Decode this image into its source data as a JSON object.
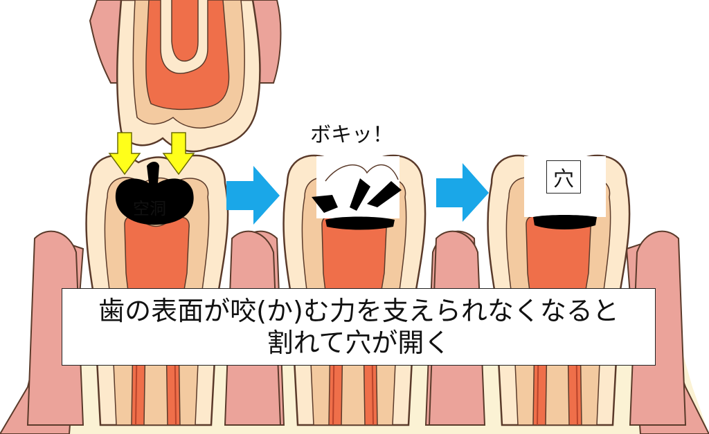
{
  "labels": {
    "cavity": "空洞",
    "crack": "ボキッ！",
    "hole": "穴",
    "caption_line1": "歯の表面が咬(か)む力を支えられなくなると",
    "caption_line2": "割れて穴が開く"
  },
  "colors": {
    "gum": "#eba39a",
    "gum_dark": "#d9847a",
    "enamel": "#fde9cc",
    "dentin": "#f3caa0",
    "pulp": "#ef6f4a",
    "cavity": "#000000",
    "bite_arrow": "#ffff1a",
    "flow_arrow": "#1aa7e8",
    "bone": "#fbf2d4",
    "outline": "#5a3a2a"
  },
  "stages": [
    {
      "name": "cavity-stage"
    },
    {
      "name": "crack-stage"
    },
    {
      "name": "hole-stage"
    }
  ]
}
